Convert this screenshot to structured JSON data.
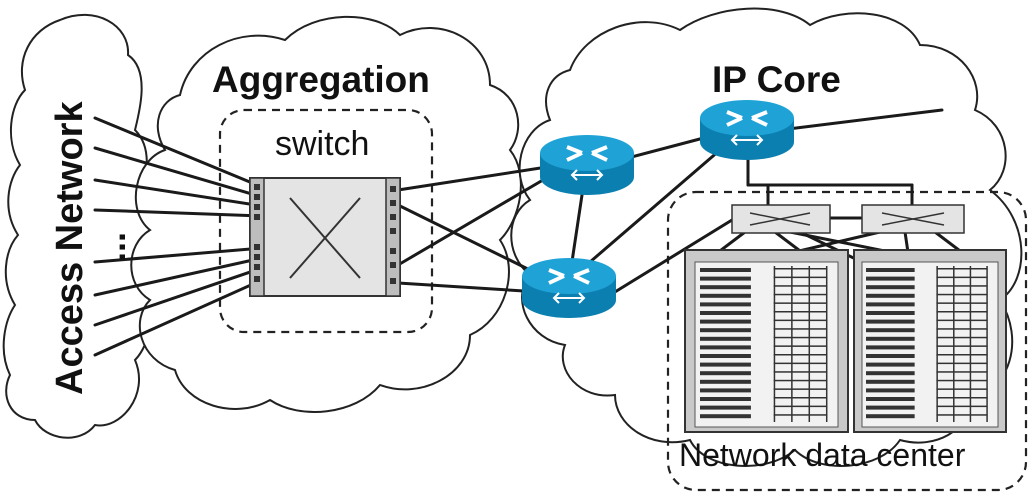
{
  "labels": {
    "access_network": "Access Network",
    "ellipsis": "...",
    "aggregation": "Aggregation",
    "switch": "switch",
    "ip_core": "IP Core",
    "network_data_center": "Network data center"
  },
  "colors": {
    "router_body": "#1fa2d6",
    "router_dark": "#0b7fb0",
    "rack_fill": "#d6d6d6",
    "switch_fill": "#e4e4e4",
    "line": "#1a1a1a"
  },
  "icons": {
    "router": "router-icon",
    "switch": "switch-icon",
    "server_rack": "server-rack-icon"
  }
}
